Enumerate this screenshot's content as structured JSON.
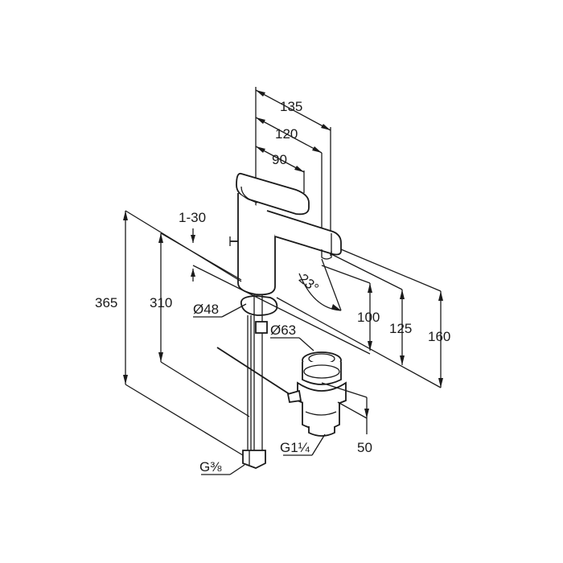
{
  "dimensions": {
    "d135": "135",
    "d120": "120",
    "d90": "90",
    "d1_30": "1-30",
    "d23": "23°",
    "d48": "Ø48",
    "d63": "Ø63",
    "d100": "100",
    "d125": "125",
    "d160": "160",
    "d365": "365",
    "d310": "310",
    "d50": "50",
    "g38": "G⅜",
    "g114": "G1¼"
  }
}
